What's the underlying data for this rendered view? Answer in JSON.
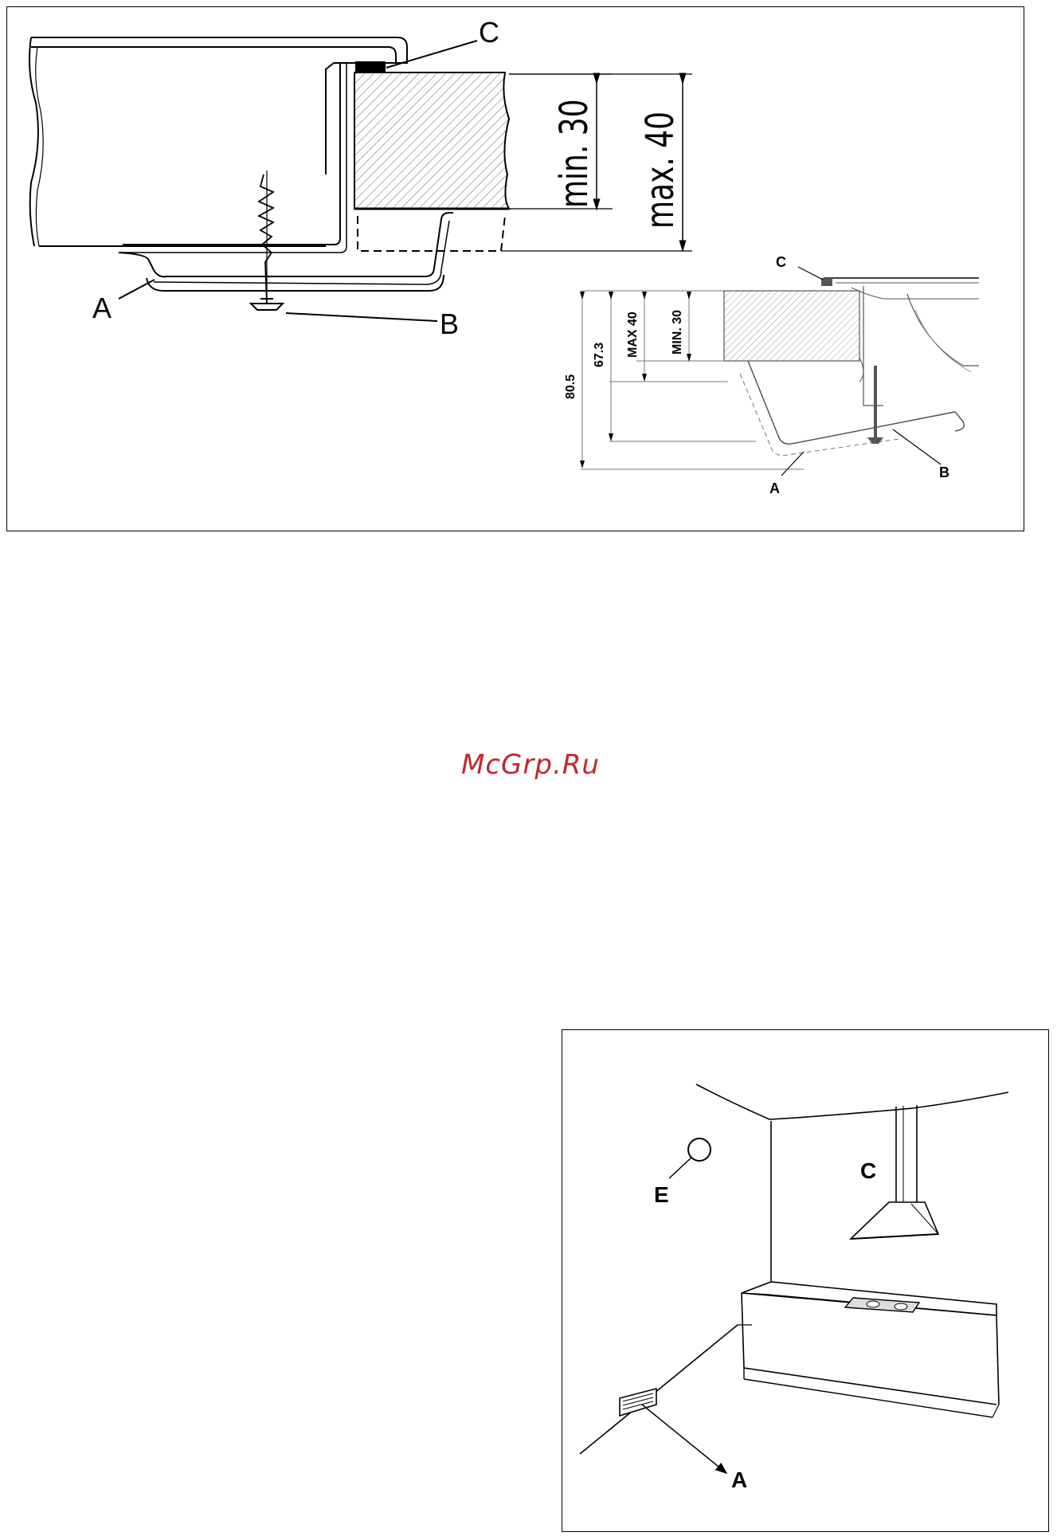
{
  "figure_top": {
    "main_detail": {
      "label_c": "C",
      "label_a": "A",
      "label_b": "B",
      "dim_min": "min. 30",
      "dim_max": "max. 40"
    },
    "inset_detail": {
      "label_c": "C",
      "label_a": "A",
      "label_b": "B",
      "dim_total": "80.5",
      "dim_mid": "67.3",
      "dim_max": "MAX 40",
      "dim_min": "MIN. 30"
    }
  },
  "watermark": "McGrp.Ru",
  "figure_bottom": {
    "label_e": "E",
    "label_c": "C",
    "label_a": "A"
  },
  "icons": {
    "screw": "screw-icon",
    "bracket": "bracket-icon",
    "hood": "range-hood-icon",
    "vent": "vent-grille-icon",
    "ventilation_hole": "ventilation-hole-icon"
  }
}
